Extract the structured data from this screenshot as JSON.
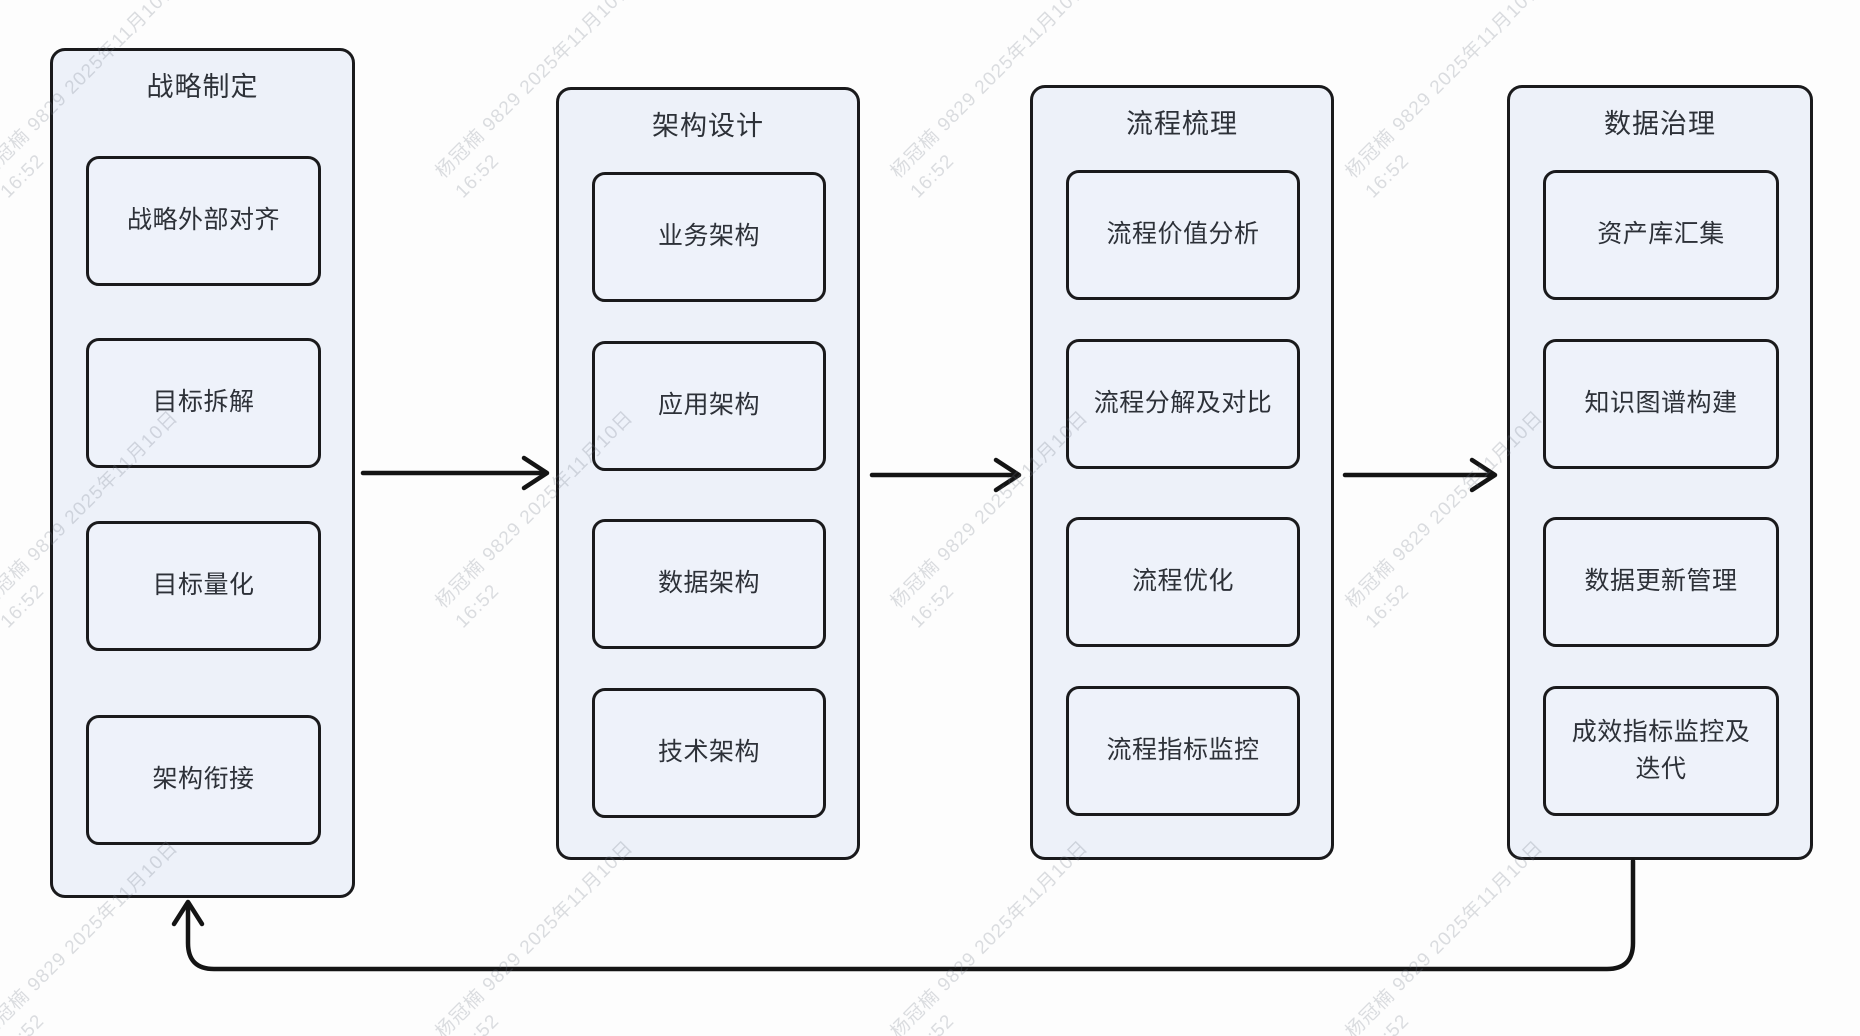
{
  "watermark": {
    "line1": "杨冠楠 9829 2025年11月10日",
    "line2": "16:52"
  },
  "diagram": {
    "stages": [
      {
        "title": "战略制定",
        "items": [
          "战略外部对齐",
          "目标拆解",
          "目标量化",
          "架构衔接"
        ]
      },
      {
        "title": "架构设计",
        "items": [
          "业务架构",
          "应用架构",
          "数据架构",
          "技术架构"
        ]
      },
      {
        "title": "流程梳理",
        "items": [
          "流程价值分析",
          "流程分解及对比",
          "流程优化",
          "流程指标监控"
        ]
      },
      {
        "title": "数据治理",
        "items": [
          "资产库汇集",
          "知识图谱构建",
          "数据更新管理",
          "成效指标监控及迭代"
        ]
      }
    ],
    "connections": [
      "战略制定 → 架构设计",
      "架构设计 → 流程梳理",
      "流程梳理 → 数据治理",
      "数据治理 → 战略制定 (反馈回路)"
    ],
    "colors": {
      "page_bg": "#fdfdfd",
      "column_fill": "#edf1f9",
      "node_fill": "#eef2fa",
      "border": "#1a1a1c",
      "text": "#2d3138",
      "arrow": "#141414",
      "watermark": "#6e7685"
    }
  }
}
